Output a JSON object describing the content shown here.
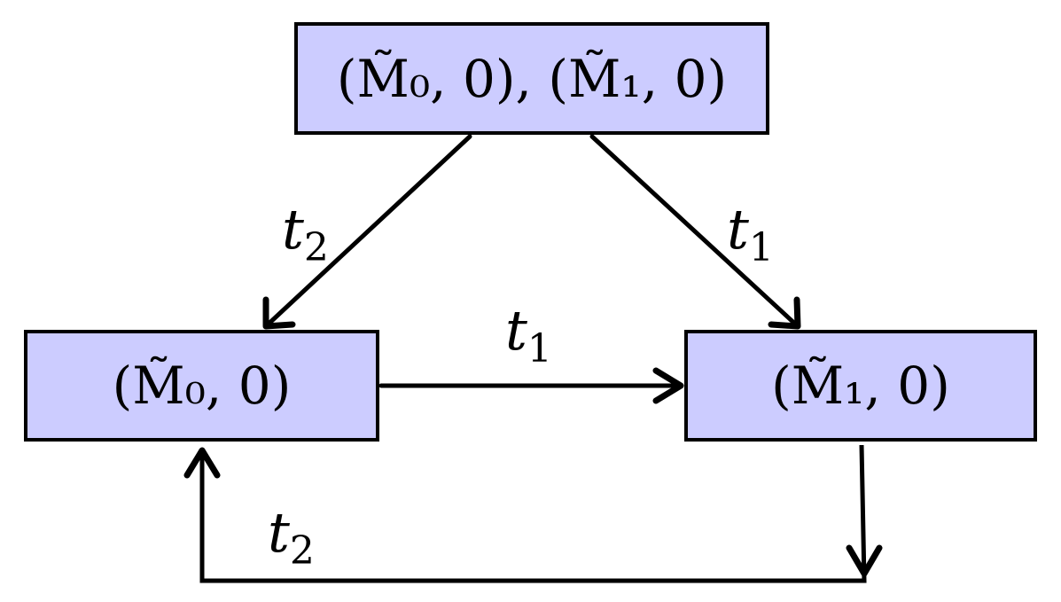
{
  "nodes": {
    "top": {
      "label": "(M̃₀, 0), (M̃₁, 0)"
    },
    "left": {
      "label": "(M̃₀, 0)"
    },
    "right": {
      "label": "(M̃₁, 0)"
    }
  },
  "edges": [
    {
      "from": "top",
      "to": "left",
      "var": "t",
      "sub": "2"
    },
    {
      "from": "top",
      "to": "right",
      "var": "t",
      "sub": "1"
    },
    {
      "from": "left",
      "to": "right",
      "var": "t",
      "sub": "1"
    },
    {
      "from": "right",
      "to": "left",
      "var": "t",
      "sub": "2"
    }
  ],
  "colors": {
    "node_fill": "#ccccff",
    "stroke": "#000000"
  }
}
